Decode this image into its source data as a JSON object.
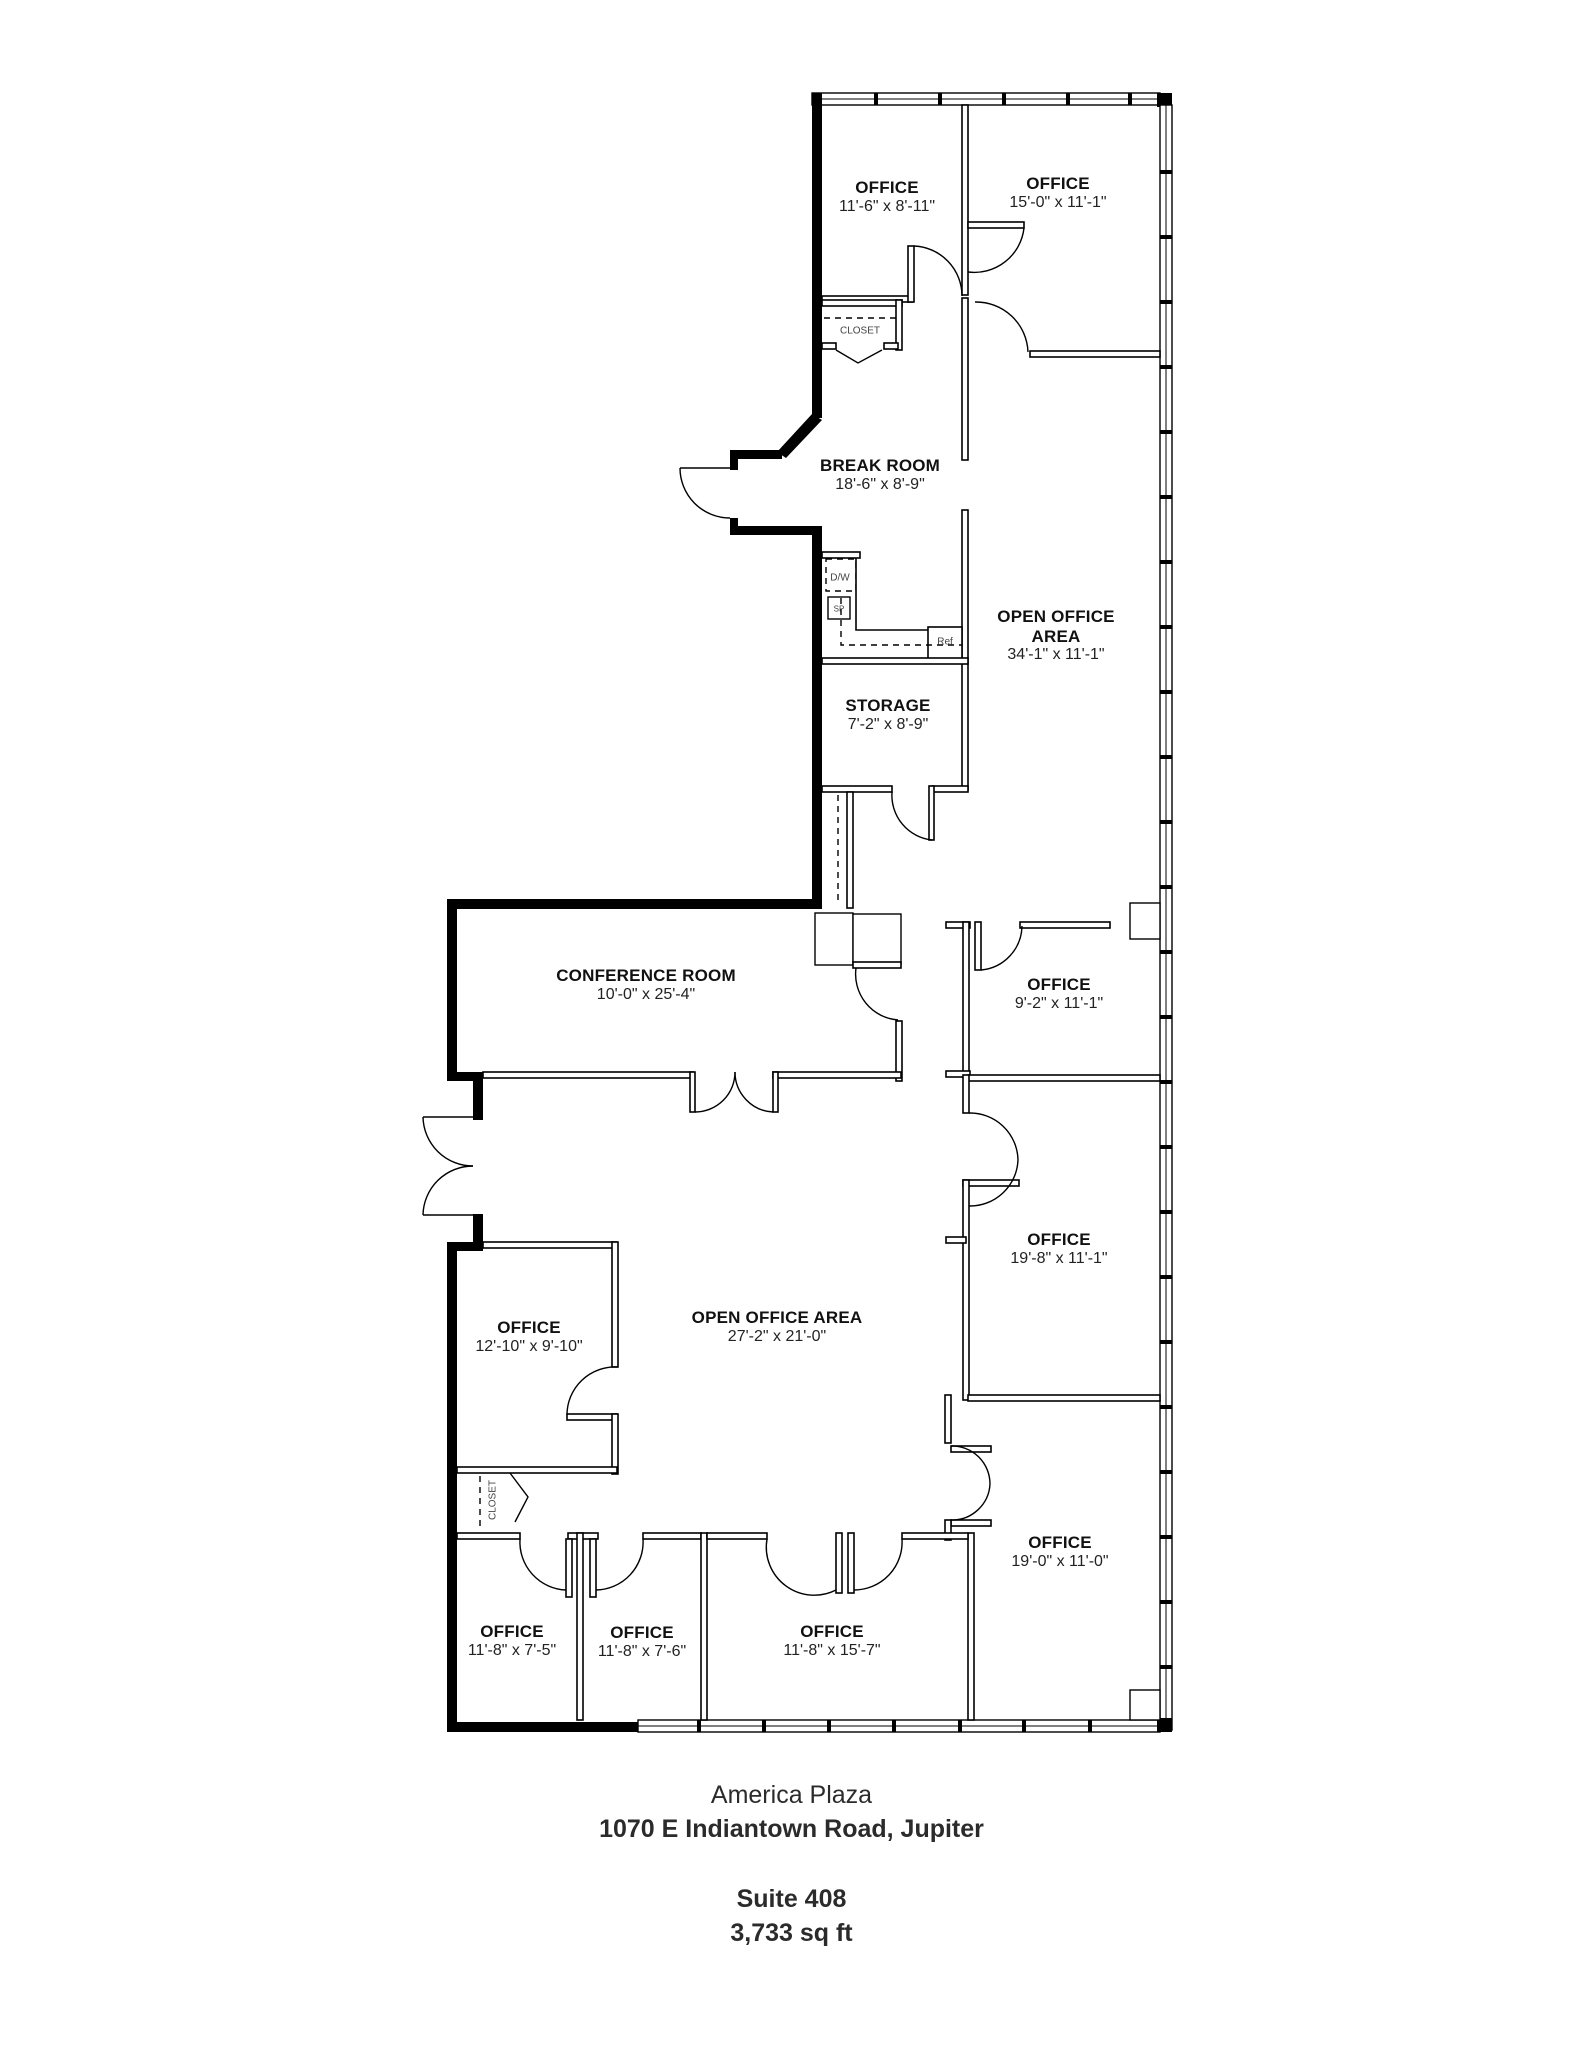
{
  "floor_plan": {
    "rooms": [
      {
        "id": "office-top-left",
        "name": "OFFICE",
        "dimensions": "11'-6\" x 8'-11\""
      },
      {
        "id": "office-top-right",
        "name": "OFFICE",
        "dimensions": "15'-0\" x 11'-1\""
      },
      {
        "id": "break-room",
        "name": "BREAK ROOM",
        "dimensions": "18'-6\" x 8'-9\""
      },
      {
        "id": "open-office-upper",
        "name": "OPEN OFFICE",
        "name_line2": "AREA",
        "dimensions": "34'-1\" x 11'-1\""
      },
      {
        "id": "storage",
        "name": "STORAGE",
        "dimensions": "7'-2\" x 8'-9\""
      },
      {
        "id": "conference-room",
        "name": "CONFERENCE ROOM",
        "dimensions": "10'-0\" x 25'-4\""
      },
      {
        "id": "office-right-small",
        "name": "OFFICE",
        "dimensions": "9'-2\" x 11'-1\""
      },
      {
        "id": "office-right-mid",
        "name": "OFFICE",
        "dimensions": "19'-8\" x 11'-1\""
      },
      {
        "id": "office-left",
        "name": "OFFICE",
        "dimensions": "12'-10\" x 9'-10\""
      },
      {
        "id": "open-office-main",
        "name": "OPEN OFFICE AREA",
        "dimensions": "27'-2\" x 21'-0\""
      },
      {
        "id": "office-bottom-right",
        "name": "OFFICE",
        "dimensions": "19'-0\" x 11'-0\""
      },
      {
        "id": "office-bottom-1",
        "name": "OFFICE",
        "dimensions": "11'-8\" x 7'-5\""
      },
      {
        "id": "office-bottom-2",
        "name": "OFFICE",
        "dimensions": "11'-8\" x 7'-6\""
      },
      {
        "id": "office-bottom-3",
        "name": "OFFICE",
        "dimensions": "11'-8\" x 15'-7\""
      }
    ],
    "fixtures": {
      "closet_top": "CLOSET",
      "closet_bottom": "CLOSET",
      "dishwasher": "D/W",
      "sink": "SP",
      "refrigerator": "Ref"
    }
  },
  "caption": {
    "building": "America Plaza",
    "address": "1070 E Indiantown Road, Jupiter",
    "suite": "Suite 408",
    "area": "3,733 sq ft"
  },
  "colors": {
    "wall": "#000000",
    "background": "#ffffff",
    "caption_text": "#2b2b2b"
  }
}
